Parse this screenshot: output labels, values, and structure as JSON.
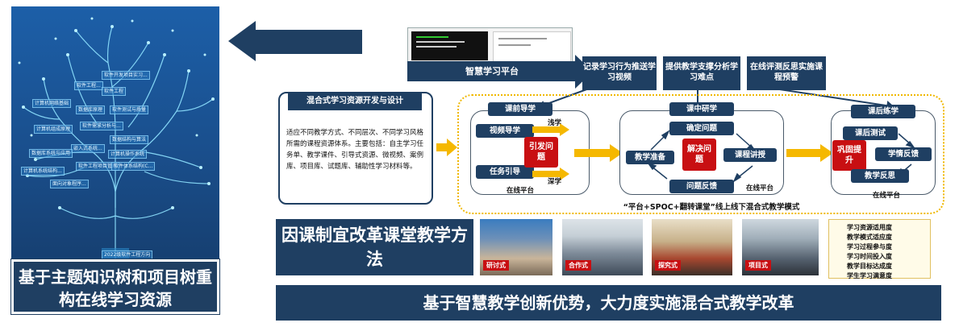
{
  "tree": {
    "labels": [
      "软件工程...",
      "软件开发项目实习...",
      "计算机网络基础",
      "数据库原理",
      "软件工程",
      "软件测试与质量",
      "计算机组成原理",
      "软件需求分析与...",
      "数据结构与算法",
      "嵌入式系统...",
      "数据库系统与应用",
      "软件工程项目管理",
      "计算机系统结构...",
      "软件体系结构(C...",
      "面向对象程序...",
      "计算机操作系统",
      "2022级软件工程方向"
    ],
    "caption": "基于主题知识树和项目树重构在线学习资源"
  },
  "platform": {
    "label": "智慧学习平台"
  },
  "top_boxes": [
    {
      "label": "记录学习行为推送学习视频"
    },
    {
      "label": "提供教学支撑分析学习难点"
    },
    {
      "label": "在线评测反思实施课程预警"
    }
  ],
  "design": {
    "title": "混合式学习资源开发与设计",
    "text": "适应不同教学方式、不同层次、不同学习风格所需的课程资源体系。主要包括：自主学习任务单、教学课件、引导式资源、微视频、案例库、项目库、试题库、辅助性学习材料等。"
  },
  "pre_class": {
    "title": "课前导学",
    "video": "视频导学",
    "task": "任务引导",
    "core": "引发问题",
    "shallow": "浅学",
    "deep": "深学",
    "platform": "在线平台"
  },
  "in_class": {
    "title": "课中研学",
    "define": "确定问题",
    "prepare": "教学准备",
    "core": "解决问题",
    "lecture": "课程讲授",
    "feedback": "问题反馈",
    "platform": "在线平台"
  },
  "post_class": {
    "title": "课后练学",
    "test": "课后测试",
    "core": "巩固提升",
    "feedback": "学情反馈",
    "reflect": "教学反思",
    "platform": "在线平台"
  },
  "mode_caption": "“平台+SPOC+翻转课堂”线上线下混合式教学模式",
  "reform": {
    "text": "因课制宜改革课堂教学方法"
  },
  "photos": [
    {
      "label": "研讨式"
    },
    {
      "label": "合作式"
    },
    {
      "label": "探究式"
    },
    {
      "label": "项目式"
    }
  ],
  "evaluation": [
    "学习资源适用度",
    "教学模式适应度",
    "学习过程参与度",
    "学习时间投入度",
    "教学目标达成度",
    "学生学习满意度"
  ],
  "bottom_banner": "基于智慧教学创新优势，大力度实施混合式教学改革",
  "colors": {
    "navy": "#1f3f62",
    "red": "#c80f12",
    "yellow": "#f5b800",
    "tree_blue": "#1c5fa8"
  }
}
